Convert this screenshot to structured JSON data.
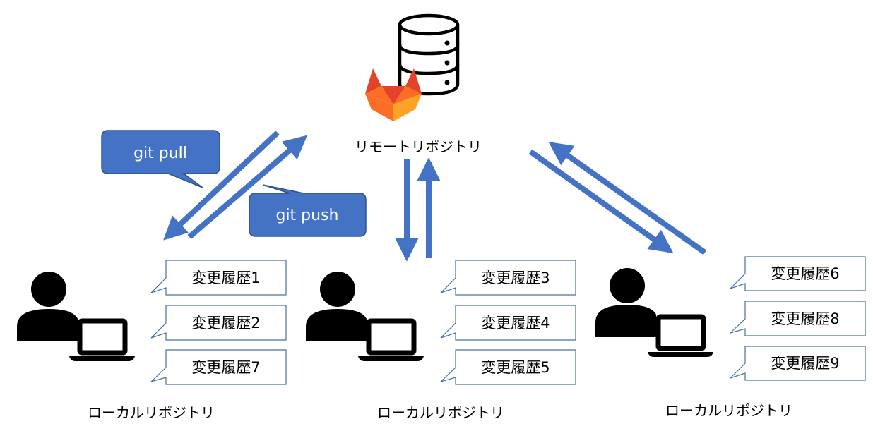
{
  "remote": {
    "label": "リモートリポジトリ",
    "icon": "gitlab-logo-icon",
    "server_icon": "database-server-icon"
  },
  "locals": [
    {
      "label": "ローカルリポジトリ",
      "histories": [
        "変更履歴1",
        "変更履歴2",
        "変更履歴7"
      ]
    },
    {
      "label": "ローカルリポジトリ",
      "histories": [
        "変更履歴3",
        "変更履歴4",
        "変更履歴5"
      ]
    },
    {
      "label": "ローカルリポジトリ",
      "histories": [
        "変更履歴6",
        "変更履歴8",
        "変更履歴9"
      ]
    }
  ],
  "commands": {
    "pull": "git pull",
    "push": "git push"
  },
  "colors": {
    "arrow": "#4472C4",
    "bubble": "#4472C4",
    "callout_border": "#4A6FA5",
    "gitlab_dark": "#E24329",
    "gitlab_mid": "#FC6D26",
    "gitlab_light": "#FCA326"
  },
  "icons": [
    "user-icon",
    "laptop-icon"
  ]
}
